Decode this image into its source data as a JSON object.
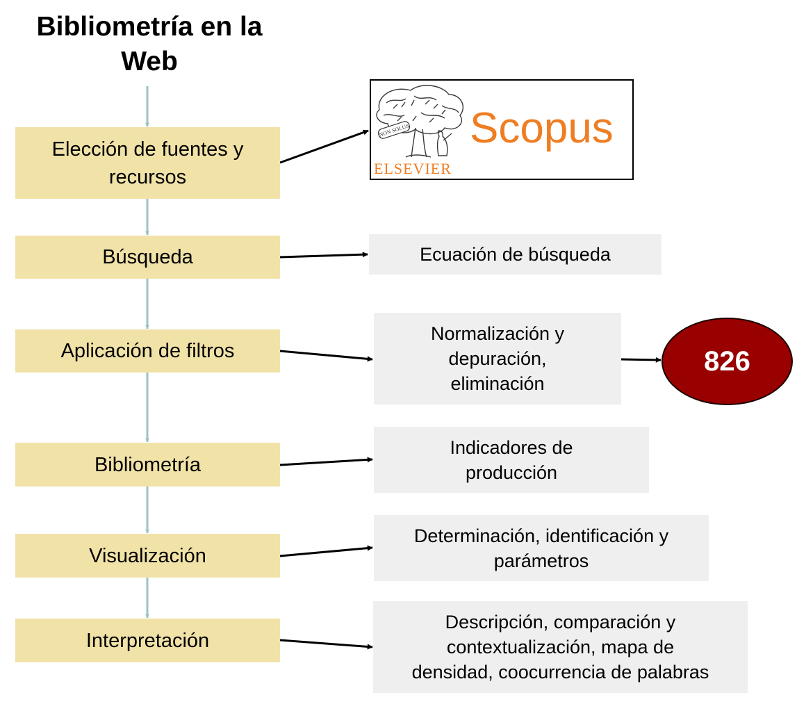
{
  "title": "Bibliometría en la Web",
  "steps": [
    {
      "label": "Elección de fuentes y\nrecursos"
    },
    {
      "label": "Búsqueda"
    },
    {
      "label": "Aplicación de filtros"
    },
    {
      "label": "Bibliometría"
    },
    {
      "label": "Visualización"
    },
    {
      "label": "Interpretación"
    }
  ],
  "source_logo": {
    "name": "Scopus",
    "publisher": "ELSEVIER",
    "motto": "NON SOLUS"
  },
  "notes": [
    {
      "text": "Ecuación de búsqueda"
    },
    {
      "text": "Normalización y\ndepuración,\neliminación"
    },
    {
      "text": "Indicadores de\nproducción"
    },
    {
      "text": "Determinación, identificación y\nparámetros"
    },
    {
      "text": "Descripción, comparación y\ncontextualización, mapa de\ndensidad, coocurrencia de palabras"
    }
  ],
  "result_badge": {
    "value": "826"
  },
  "colors": {
    "step_fill": "#f1e2a8",
    "note_fill": "#efefef",
    "flow_arrow": "#9ec3c5",
    "link_arrow": "#000000",
    "badge_fill": "#990000",
    "logo_accent": "#ef7d22"
  }
}
